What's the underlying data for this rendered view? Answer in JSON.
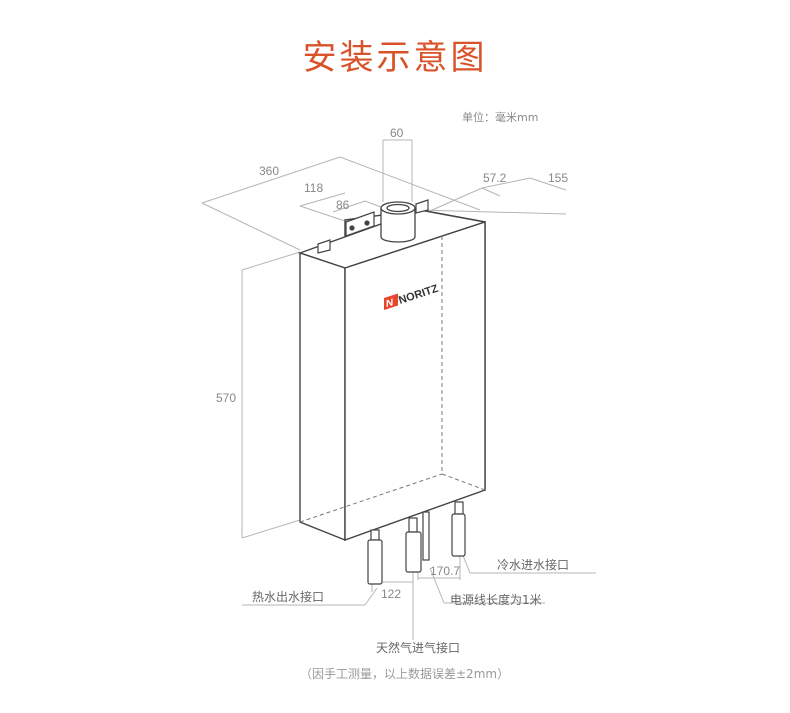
{
  "title": "安装示意图",
  "unit": "单位：毫米mm",
  "brand": "NORITZ",
  "brand_color": "#e8452c",
  "title_color": "#d9532a",
  "dimensions": {
    "flue": "60",
    "width": "360",
    "d118": "118",
    "d86": "86",
    "d57": "57.2",
    "depth": "155",
    "height": "570",
    "d122": "122",
    "d170": "170.7"
  },
  "labels": {
    "hot_water": "热水出水接口",
    "cold_water": "冷水进水接口",
    "power": "电源线长度为1米",
    "gas": "天然气进气接口"
  },
  "note": "（因手工测量，以上数据误差±2mm）"
}
